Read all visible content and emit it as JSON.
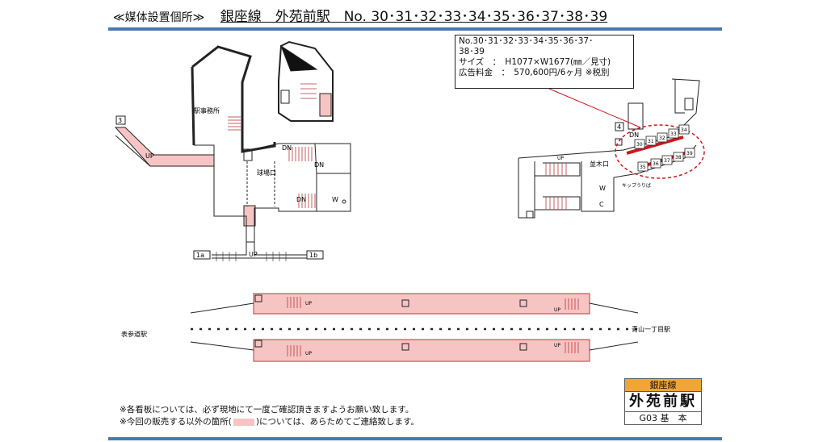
{
  "header": {
    "prefix": "≪媒体設置個所≫",
    "title": "銀座線　外苑前駅　No. 30･31･32･33･34･35･36･37･38･39"
  },
  "spec": {
    "line1": "No.30･31･32･33･34･35･36･37･",
    "line2": "38･39",
    "size": "サイズ　：　H1077×W1677(㎜／見寸)",
    "price": "広告料金　：　570,600円/6ヶ月 ※税別"
  },
  "map_labels": {
    "exit_3": "3",
    "exit_1a": "1a",
    "exit_1b": "1b",
    "exit_4": "4",
    "office": "駅事務所",
    "gate_kyujo": "球場口",
    "gate_namiki": "並木口",
    "omotesando": "表参道駅",
    "aoyama": "青山一丁目駅",
    "up": "UP",
    "dn": "DN",
    "w": "W",
    "c": "C",
    "kippu": "キップうりば"
  },
  "panels": [
    "30",
    "31",
    "32",
    "33",
    "34",
    "35",
    "36",
    "37",
    "38",
    "39"
  ],
  "notes": {
    "note1": "※各看板については、必ず現地にて一度ご確認頂きますようお願い致します。",
    "note2_a": "※今回の販売する以外の箇所(",
    "note2_b": ")については、あらためてご連絡致します。"
  },
  "station": {
    "line": "銀座線",
    "name": "外苑前駅",
    "code": "G03 基　本"
  },
  "colors": {
    "highlight": "#f7c4c4",
    "accent_red": "#d0161c",
    "bar_blue": "#4a78b4",
    "line_orange": "#f3a533"
  }
}
